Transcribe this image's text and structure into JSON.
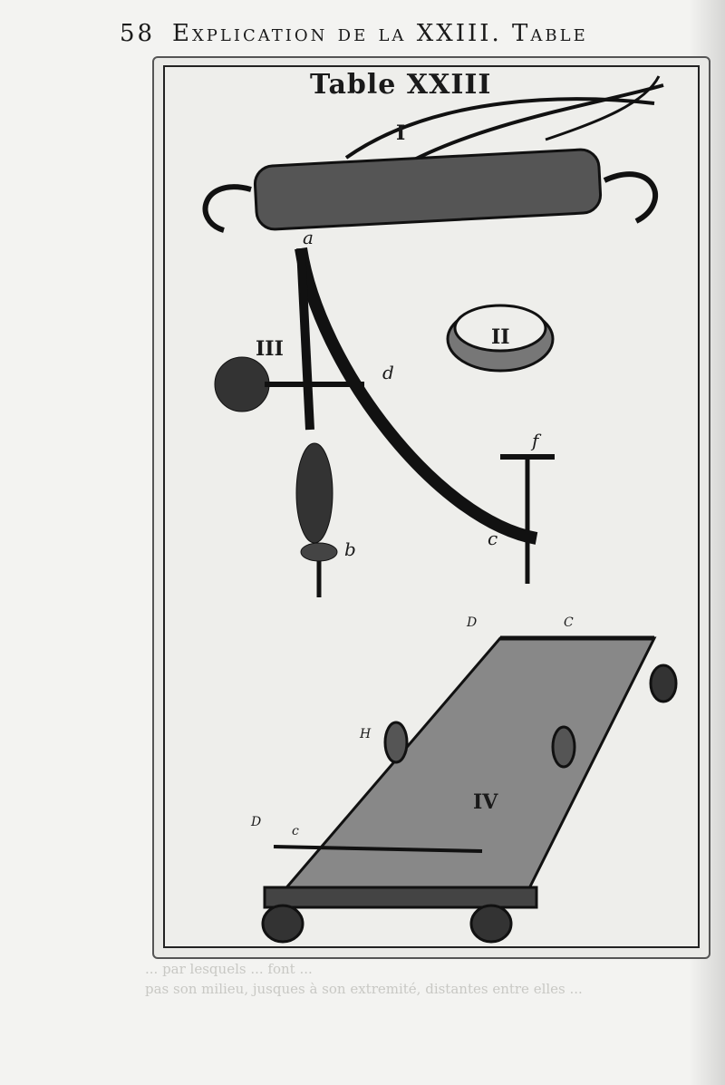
{
  "header": {
    "page_number": "58",
    "title": "Explication de la XXIII. Table"
  },
  "plate": {
    "title": "Table XXIII",
    "figure_labels": {
      "fig1": "I",
      "fig2": "II",
      "fig3": "III",
      "fig4": "IV"
    },
    "letter_labels": {
      "a": "a",
      "b": "b",
      "c": "c",
      "d": "d",
      "f": "f",
      "D1": "D",
      "C1": "C",
      "D2": "D",
      "c2": "c",
      "H": "H"
    }
  },
  "bleed_through": [
    "... par lesquels ... font ...",
    "pas son milieu, jusques à son extremité, distantes entre elles ..."
  ]
}
